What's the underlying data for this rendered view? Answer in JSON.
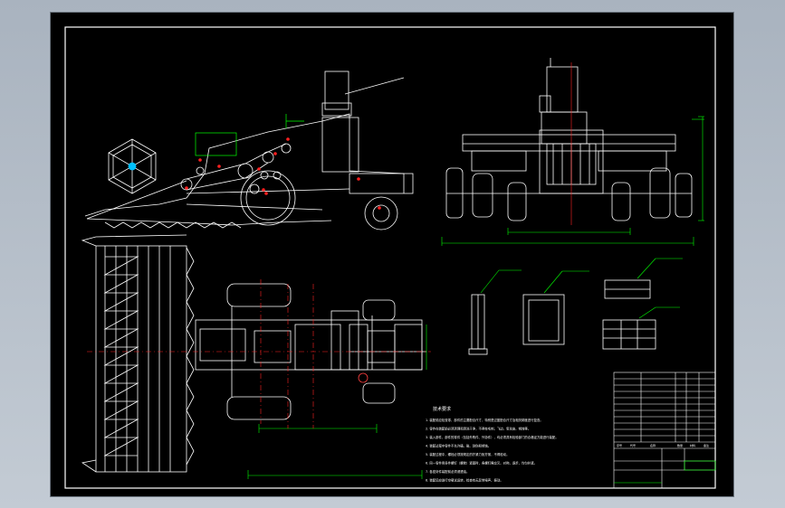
{
  "drawing": {
    "background": "#000000",
    "line_color": "#ffffff",
    "dimension_color": "#00ff00",
    "center_color": "#ff2020",
    "leader_color": "#ff0000"
  },
  "notes": {
    "title": "技术要求",
    "items": [
      "1. 装配前应检查零、部件的主要配合尺寸，特别是过盈配合尺寸及相关精度进行复查。",
      "2. 零件在装配前必须清理和清洗干净，不得有毛刺、飞边、氧化皮、锈蚀等。",
      "3. 装入部件、部件的零件（包括外购件、外协件），均必须具有检验部门的合格证方能进行装配。",
      "4. 装配过程中零件不允许磕、碰、划伤和锈蚀。",
      "5. 装配过程中，螺栓必须按规定的拧紧力矩拧紧，不得松动。",
      "6. 同一零件用多件螺钉（螺栓）紧固时，各螺钉需交叉、对称、逐步、均匀拧紧。",
      "7. 各密封件装配前必须浸透油。",
      "8. 装配后应进行空载试运转，检查有无异常噪声、振动。"
    ]
  },
  "title_block": {
    "headers": [
      "序号",
      "代号",
      "名称",
      "数量",
      "材料",
      "备注"
    ]
  }
}
